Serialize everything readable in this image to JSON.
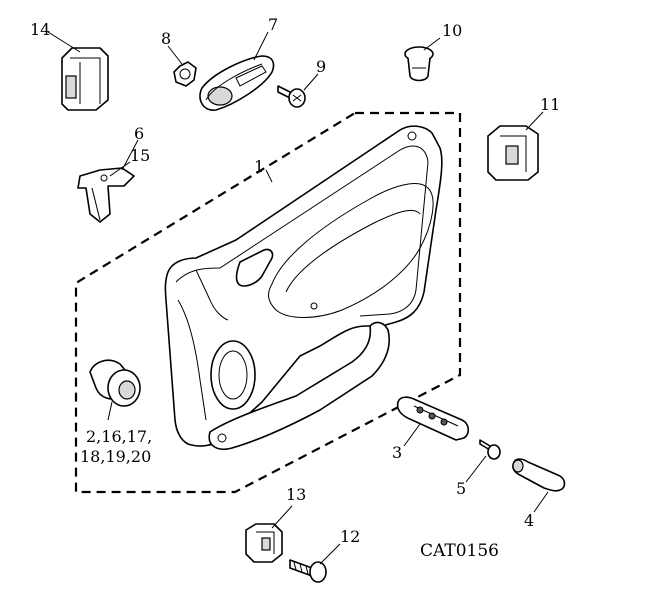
{
  "diagram": {
    "catalog_code": "CAT0156",
    "callouts": {
      "c1": "1",
      "c2": "2,16,17,",
      "c2b": "18,19,20",
      "c3": "3",
      "c4": "4",
      "c5": "5",
      "c6": "6",
      "c7": "7",
      "c8": "8",
      "c9": "9",
      "c10": "10",
      "c11": "11",
      "c12": "12",
      "c13": "13",
      "c14": "14",
      "c15": "15"
    }
  }
}
